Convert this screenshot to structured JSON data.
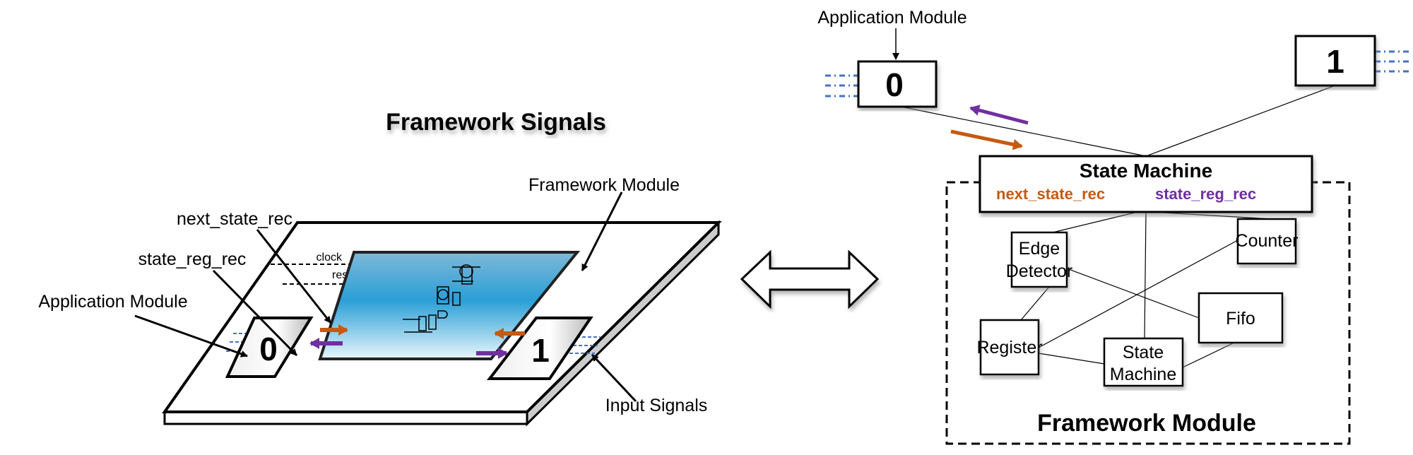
{
  "left": {
    "title": "Framework Signals",
    "labels": {
      "next_state_rec": "next_state_rec",
      "state_reg_rec": "state_reg_rec",
      "application_module": "Application Module",
      "framework_module": "Framework Module",
      "input_signals": "Input Signals",
      "clock": "clock",
      "reset": "reset"
    },
    "module0": "0",
    "module1": "1"
  },
  "right": {
    "application_module": "Application Module",
    "module0": "0",
    "module1": "1",
    "state_machine": {
      "title": "State Machine",
      "next_state_rec": "next_state_rec",
      "state_reg_rec": "state_reg_rec"
    },
    "blocks": {
      "edge_detector": [
        "Edge",
        "Detector"
      ],
      "counter": "Counter",
      "register": "Register",
      "fifo": "Fifo",
      "state_machine": [
        "State",
        "Machine"
      ]
    },
    "framework_module": "Framework Module"
  },
  "colors": {
    "orange": "#c55a11",
    "purple": "#7030a0",
    "blue_dash": "#4472c4"
  }
}
